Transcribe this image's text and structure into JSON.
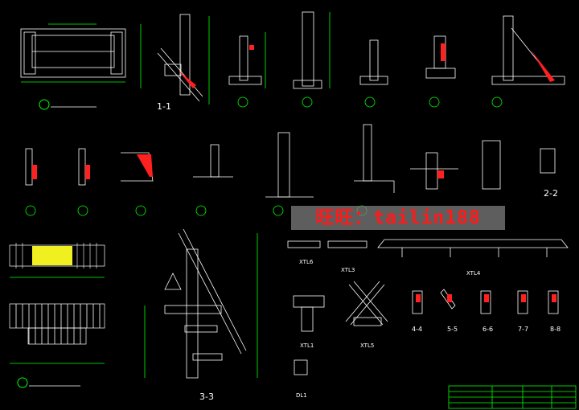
{
  "watermark": "旺旺：tailin188",
  "colors": {
    "background": "#000000",
    "line": "#ffffff",
    "rebar": "#ff2020",
    "dimension": "#00ff00",
    "highlight": "#f0f020",
    "watermark_text": "#ff1a1a",
    "watermark_bg": "#7a7a7a"
  },
  "labels": {
    "section_1_1": "1-1",
    "section_2_2": "2-2",
    "section_3_3": "3-3",
    "sec_4_4": "4-4",
    "sec_5_5": "5-5",
    "sec_6_6": "6-6",
    "sec_7_7": "7-7",
    "sec_8_8": "8-8",
    "xtl6": "XTL6",
    "xtl3": "XTL3",
    "xtl4": "XTL4",
    "xtl1": "XTL1",
    "xtl5": "XTL5",
    "dl1": "DL1"
  },
  "title_block": {
    "rows": 4
  }
}
